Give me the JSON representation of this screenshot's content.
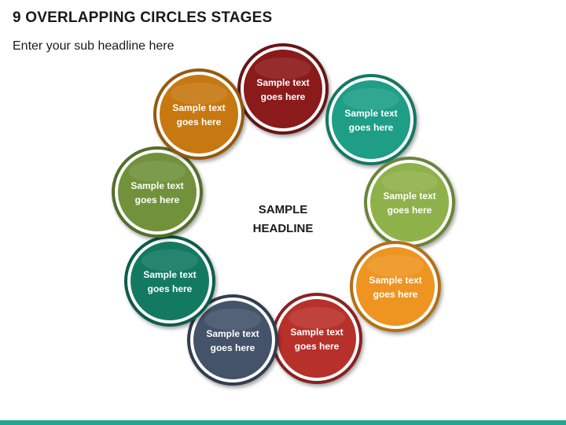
{
  "header": {
    "title": "9 OVERLAPPING CIRCLES STAGES",
    "subtitle": "Enter your sub headline here"
  },
  "center": {
    "line1": "SAMPLE",
    "line2": "HEADLINE"
  },
  "stages": [
    {
      "line1": "Sample text",
      "line2": "goes here",
      "color": "#8B1A1A"
    },
    {
      "line1": "Sample text",
      "line2": "goes here",
      "color": "#1E9E87"
    },
    {
      "line1": "Sample text",
      "line2": "goes here",
      "color": "#8FB14A"
    },
    {
      "line1": "Sample text",
      "line2": "goes here",
      "color": "#EE9521"
    },
    {
      "line1": "Sample text",
      "line2": "goes here",
      "color": "#B8302A"
    },
    {
      "line1": "Sample text",
      "line2": "goes here",
      "color": "#44536A"
    },
    {
      "line1": "Sample text",
      "line2": "goes here",
      "color": "#137A61"
    },
    {
      "line1": "Sample text",
      "line2": "goes here",
      "color": "#71923B"
    },
    {
      "line1": "Sample text",
      "line2": "goes here",
      "color": "#C77810"
    }
  ],
  "footer": {
    "color": "#23A58F"
  }
}
